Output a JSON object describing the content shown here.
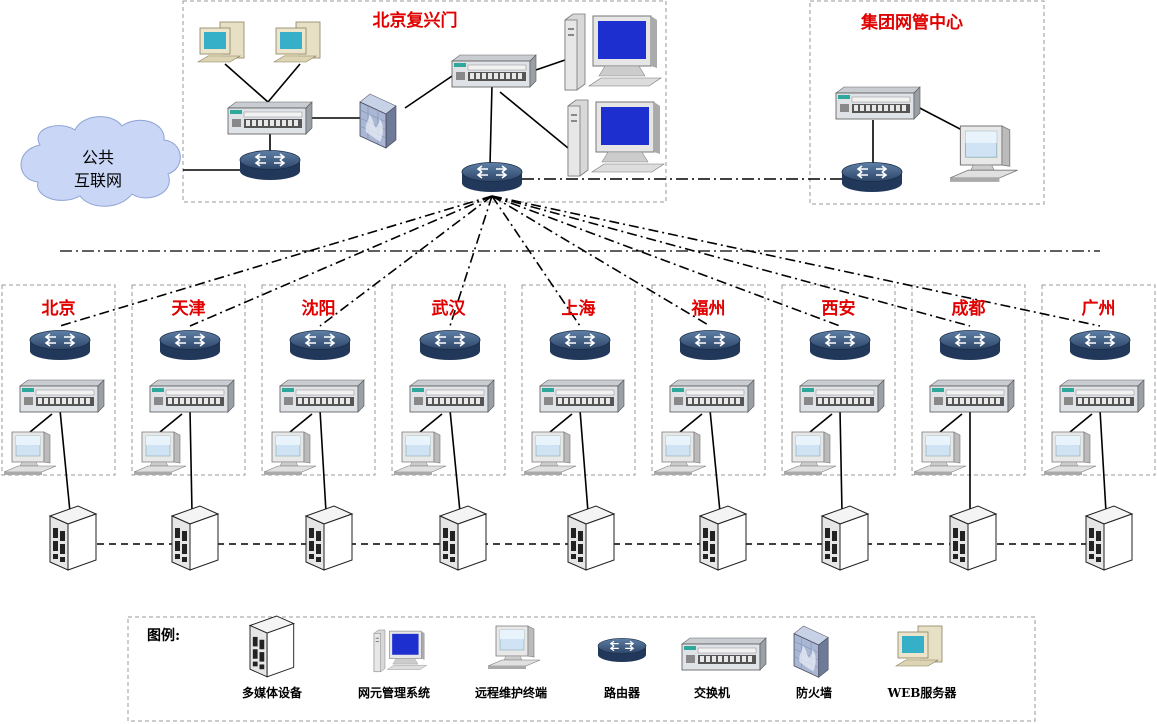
{
  "hq": {
    "title": "北京复兴门"
  },
  "nms_center": {
    "title": "集团网管中心"
  },
  "cloud": {
    "line1": "公共",
    "line2": "互联网"
  },
  "branches": [
    {
      "name": "北京"
    },
    {
      "name": "天津"
    },
    {
      "name": "沈阳"
    },
    {
      "name": "武汉"
    },
    {
      "name": "上海"
    },
    {
      "name": "福州"
    },
    {
      "name": "西安"
    },
    {
      "name": "成都"
    },
    {
      "name": "广州"
    }
  ],
  "legend": {
    "title": "图例:",
    "items": [
      {
        "label": "多媒体设备",
        "icon": "multimedia-server-icon"
      },
      {
        "label": "网元管理系统",
        "icon": "nms-computer-icon"
      },
      {
        "label": "远程维护终端",
        "icon": "terminal-icon"
      },
      {
        "label": "路由器",
        "icon": "router-icon"
      },
      {
        "label": "交换机",
        "icon": "switch-icon"
      },
      {
        "label": "防火墙",
        "icon": "firewall-icon"
      },
      {
        "label": "WEB服务器",
        "icon": "web-server-icon"
      }
    ]
  },
  "colors": {
    "title": "#e00000",
    "router": "#2f4a6b",
    "monitor": "#1e2fd0",
    "cloud": "#c9d6f5"
  }
}
